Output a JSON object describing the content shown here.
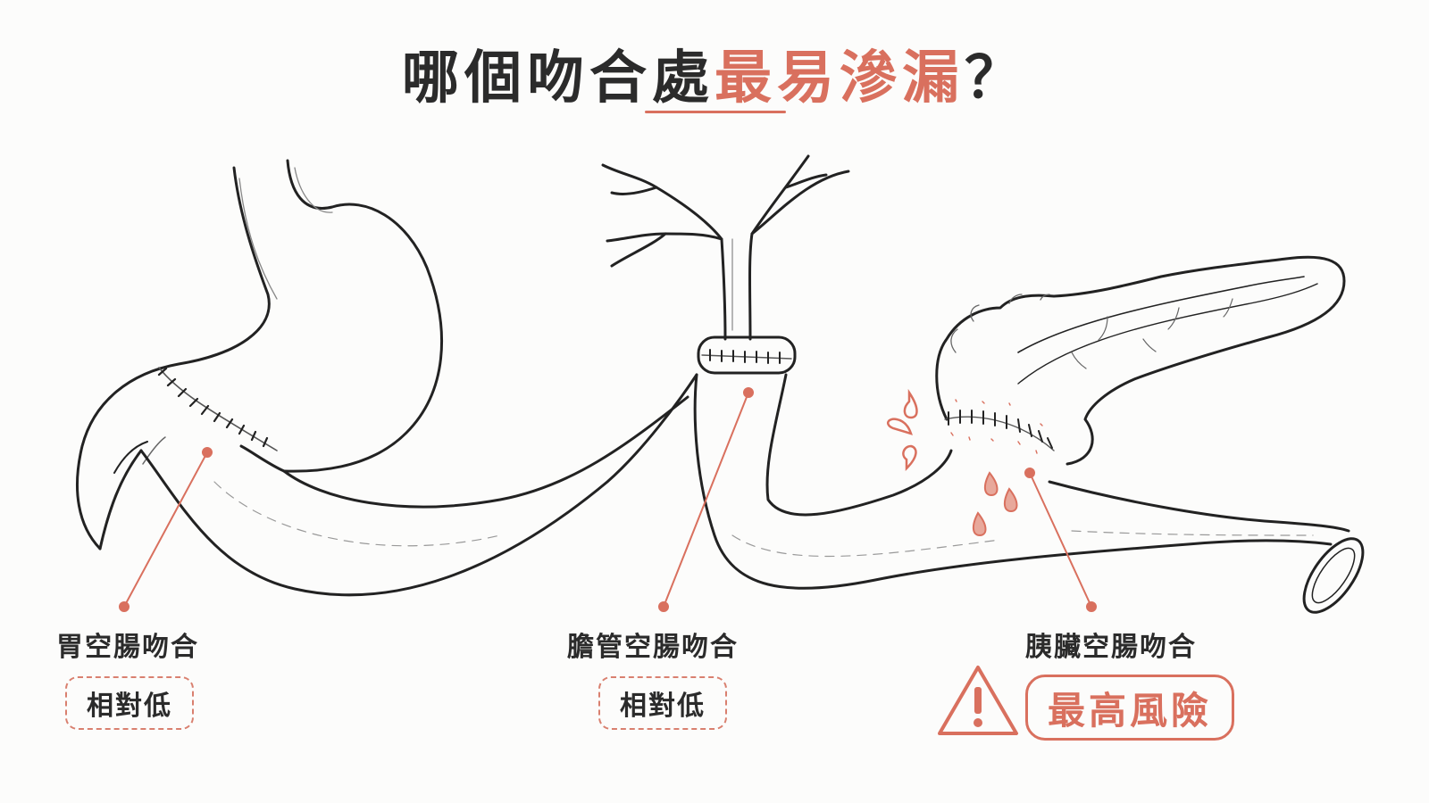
{
  "title": {
    "part1": "哪個吻合處",
    "highlight": "最易滲漏",
    "suffix": "？"
  },
  "colors": {
    "accent": "#d9705e",
    "ink": "#2b2b2b",
    "background": "#fcfcfb"
  },
  "anastomoses": [
    {
      "label": "胃空腸吻合",
      "risk": "相對低"
    },
    {
      "label": "膽管空腸吻合",
      "risk": "相對低"
    },
    {
      "label": "胰臟空腸吻合",
      "risk": "最高風險",
      "icon": "warning-triangle-icon"
    }
  ]
}
